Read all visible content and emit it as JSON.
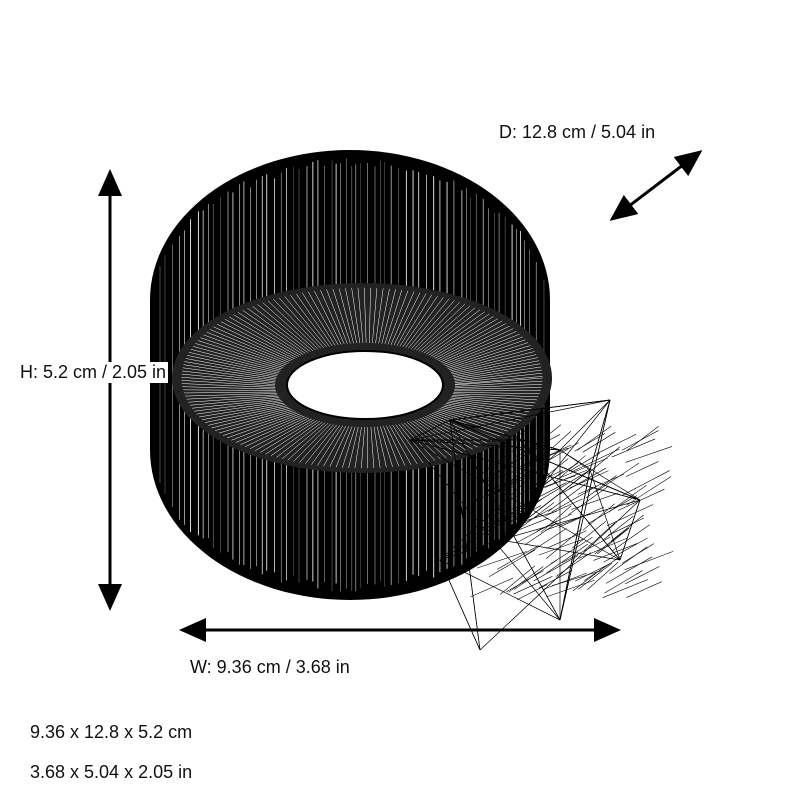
{
  "dimensions": {
    "depth_label": "D: 12.8 cm / 5.04 in",
    "height_label": "H: 5.2 cm / 2.05 in",
    "width_label": "W: 9.36 cm / 3.68 in",
    "summary_cm": "9.36 x 12.8 x 5.2 cm",
    "summary_in": "3.68 x 5.04 x 2.05 in"
  },
  "colors": {
    "line": "#000000",
    "background": "#ffffff"
  }
}
